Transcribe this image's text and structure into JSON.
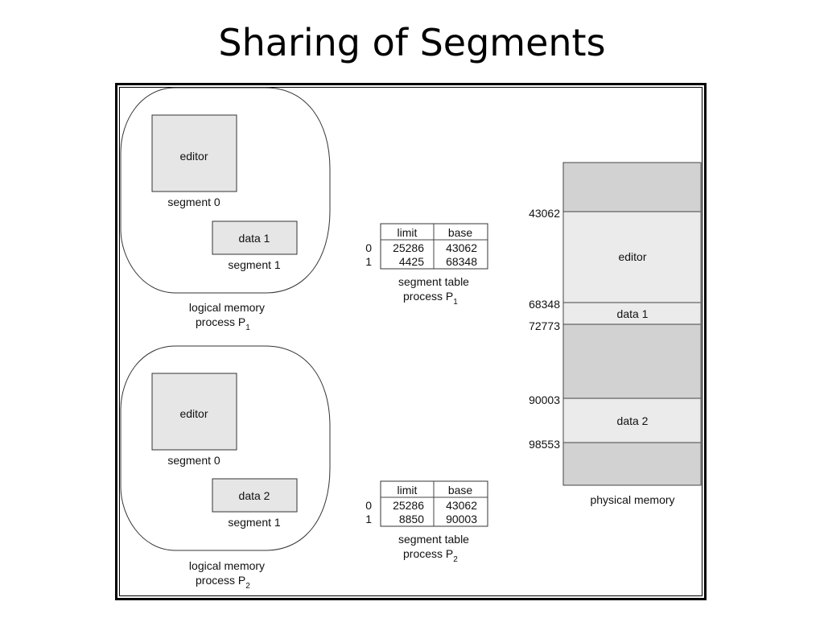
{
  "title": "Sharing of Segments",
  "process1": {
    "editor_label": "editor",
    "segment0_label": "segment 0",
    "data_label": "data 1",
    "segment1_label": "segment 1",
    "logical_caption_line1": "logical memory",
    "logical_caption_line2": "process P",
    "subscript": "1",
    "table": {
      "headers": [
        "limit",
        "base"
      ],
      "rows": [
        {
          "index": "0",
          "limit": "25286",
          "base": "43062"
        },
        {
          "index": "1",
          "limit": "4425",
          "base": "68348"
        }
      ],
      "caption_line1": "segment table",
      "caption_line2": "process P",
      "subscript": "1"
    }
  },
  "process2": {
    "editor_label": "editor",
    "segment0_label": "segment 0",
    "data_label": "data 2",
    "segment1_label": "segment 1",
    "logical_caption_line1": "logical memory",
    "logical_caption_line2": "process P",
    "subscript": "2",
    "table": {
      "headers": [
        "limit",
        "base"
      ],
      "rows": [
        {
          "index": "0",
          "limit": "25286",
          "base": "43062"
        },
        {
          "index": "1",
          "limit": "8850",
          "base": "90003"
        }
      ],
      "caption_line1": "segment table",
      "caption_line2": "process P",
      "subscript": "2"
    }
  },
  "physical_memory": {
    "caption": "physical memory",
    "addresses": [
      "43062",
      "68348",
      "72773",
      "90003",
      "98553"
    ],
    "regions": {
      "editor": "editor",
      "data1": "data 1",
      "data2": "data 2"
    }
  }
}
